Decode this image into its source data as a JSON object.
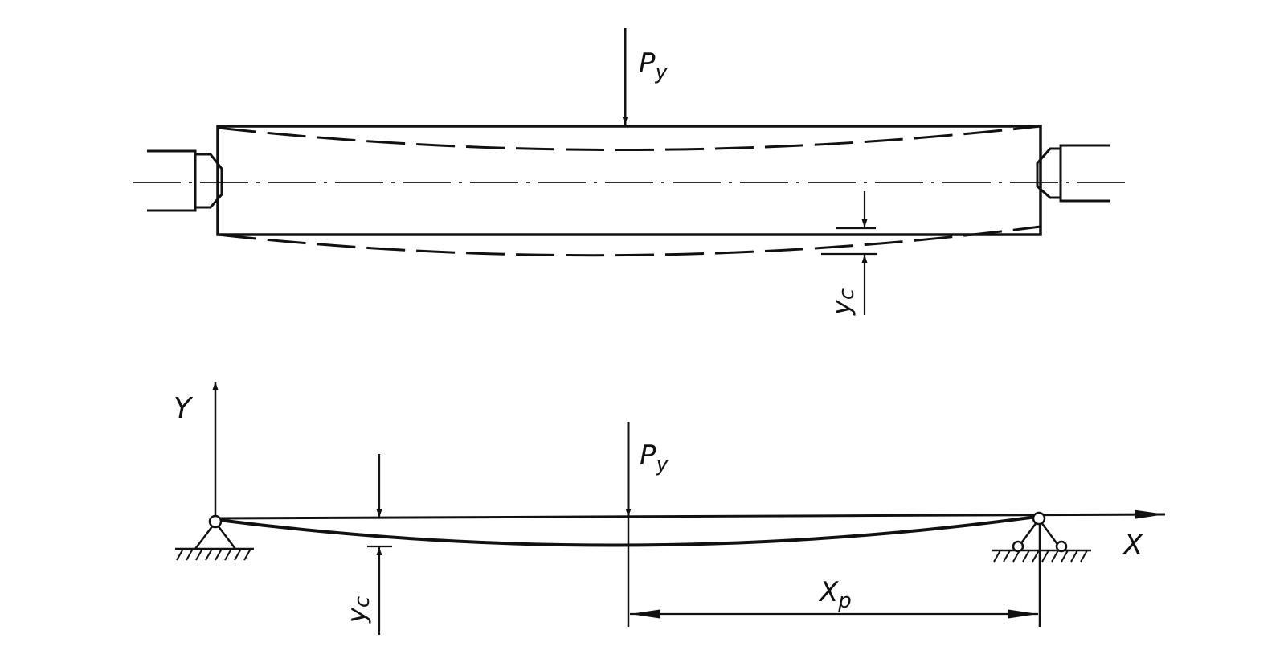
{
  "colors": {
    "ink": "#111111",
    "paper": "#ffffff"
  },
  "labels": {
    "load_top": "P",
    "load_top_sub": "y",
    "deflection_top_base": "y",
    "deflection_top_sub": "c",
    "axis_y": "Y",
    "axis_x": "X",
    "load_bottom": "P",
    "load_bottom_sub": "y",
    "deflection_bottom_base": "y",
    "deflection_bottom_sub": "c",
    "distance_base": "X",
    "distance_sub": "p"
  }
}
